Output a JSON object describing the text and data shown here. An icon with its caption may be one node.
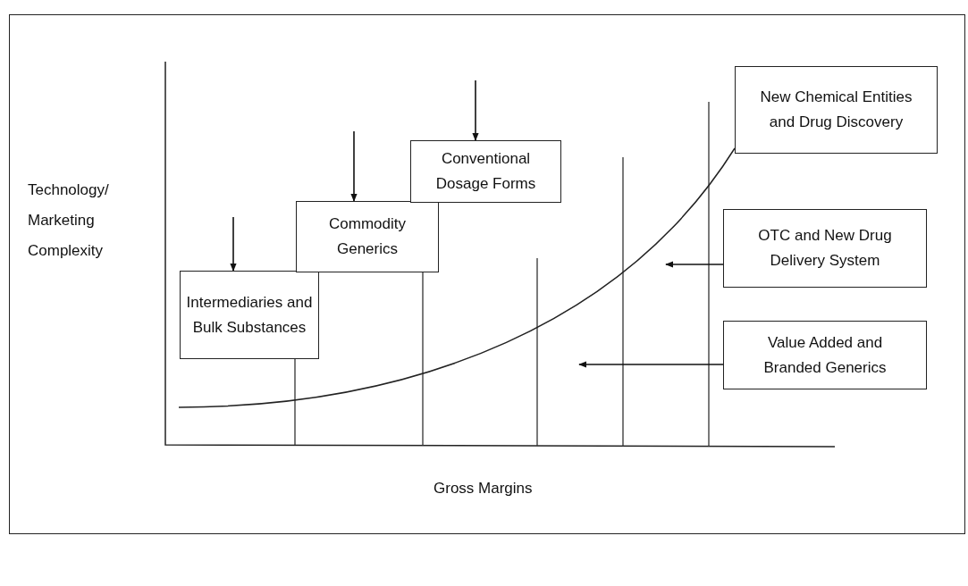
{
  "diagram": {
    "nodes": [
      {
        "text": [
          "Intermediaries and Bulk Substances"
        ]
      },
      {
        "text": [
          "Commodity Generics"
        ]
      },
      {
        "text": [
          "Conventional Dosage Forms"
        ]
      },
      {
        "text": [
          "New Chemical Entities and Drug Discovery"
        ]
      },
      {
        "text": [
          "OTC and New Drug Delivery System"
        ]
      },
      {
        "text": [
          "Value Added and Branded Generics"
        ]
      }
    ],
    "edges": [
      {
        "from": null,
        "to": 0,
        "arrow": "to"
      },
      {
        "from": null,
        "to": 1,
        "arrow": "to"
      },
      {
        "from": null,
        "to": 2,
        "arrow": "to"
      },
      {
        "from": 4,
        "to": null,
        "arrow": "to"
      },
      {
        "from": 5,
        "to": null,
        "arrow": "to"
      }
    ],
    "labels": [
      "Technology/ Marketing Complexity",
      "Gross Margins"
    ]
  }
}
